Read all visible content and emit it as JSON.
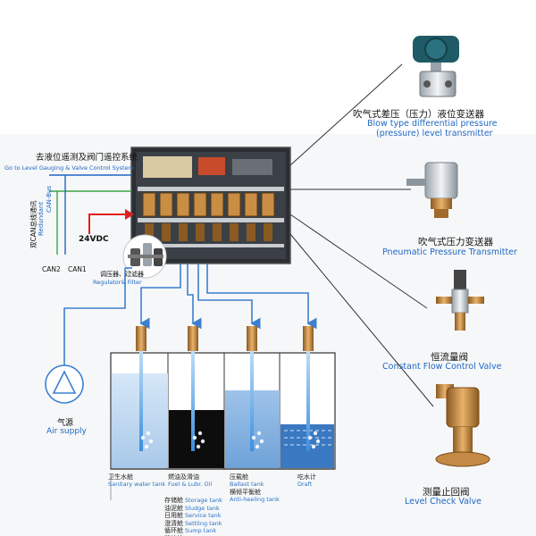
{
  "top_title_cn": "去液位遥测及阀门遥控系统",
  "top_title_en": "Go to Level Gauging & Valve Control System",
  "bus": {
    "line1": "双CAN总线通讯",
    "line2": "Redundant",
    "line3": "CAN-Bus"
  },
  "power": "24VDC",
  "can2": "CAN2",
  "can1": "CAN1",
  "regulator_cn": "调压器、过滤器",
  "regulator_en": "Regulator& Filter",
  "air_cn": "气源",
  "air_en": "Air supply",
  "products": [
    {
      "cn": "吹气式差压（压力）液位变送器",
      "en1": "Blow type differential pressure",
      "en2": "(pressure) level transmitter"
    },
    {
      "cn": "吹气式压力变送器",
      "en1": "Pneumatic Pressure Transmitter"
    },
    {
      "cn": "恒流量阀",
      "en1": "Constant Flow Control Valve"
    },
    {
      "cn": "测量止回阀",
      "en1": "Level Check Valve"
    }
  ],
  "tanks": [
    {
      "cn": "卫生水舱",
      "en": "Sanitary water tank"
    },
    {
      "cn": "燃油及滑油",
      "en": "Fuel & Lubr. Oil"
    },
    {
      "cn": "压载舱",
      "en": "Ballast tank"
    },
    {
      "cn": "吃水计",
      "en": "Draft"
    }
  ],
  "tank3_extra": {
    "cn": "横倾平衡舱",
    "en": "Anti-heeling tank"
  },
  "fuel_sub": [
    {
      "cn": "存储舱",
      "en": "Storage tank"
    },
    {
      "cn": "油泥舱",
      "en": "Sludge tank"
    },
    {
      "cn": "日用舱",
      "en": "Service tank"
    },
    {
      "cn": "澄清舱",
      "en": "Settling tank"
    },
    {
      "cn": "循环舱",
      "en": "Sump tank"
    },
    {
      "cn": "泄放舱",
      "en": "Drain tank"
    }
  ],
  "colors": {
    "accent_blue": "#1f67c4",
    "pipe": "#3c7fd0",
    "arrow_red": "#e0211c",
    "bus_green": "#3aa548"
  }
}
